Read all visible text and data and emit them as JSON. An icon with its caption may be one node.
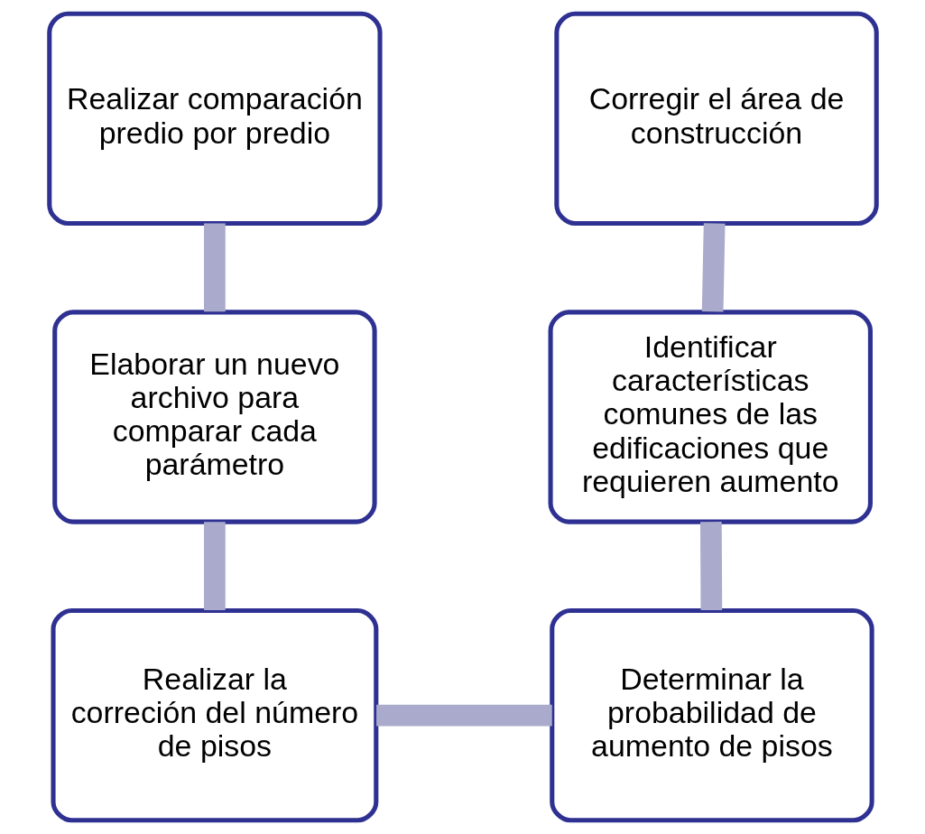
{
  "diagram": {
    "nodes": [
      {
        "text": [
          "Realizar comparación predio por predio"
        ]
      },
      {
        "text": [
          "Elaborar un nuevo archivo para comparar cada parámetro"
        ]
      },
      {
        "text": [
          "Realizar la correción del número de pisos"
        ]
      },
      {
        "text": [
          "Determinar la probabilidad de aumento de pisos"
        ]
      },
      {
        "text": [
          "Identificar características comunes de las edificaciones que requieren aumento"
        ]
      },
      {
        "text": [
          "Corregir el área de construcción"
        ]
      }
    ],
    "edges": [
      {
        "from": 0,
        "to": 1,
        "arrow": "none"
      },
      {
        "from": 1,
        "to": 2,
        "arrow": "none"
      },
      {
        "from": 2,
        "to": 3,
        "arrow": "none"
      },
      {
        "from": 3,
        "to": 4,
        "arrow": "none"
      },
      {
        "from": 4,
        "to": 5,
        "arrow": "none"
      }
    ]
  }
}
